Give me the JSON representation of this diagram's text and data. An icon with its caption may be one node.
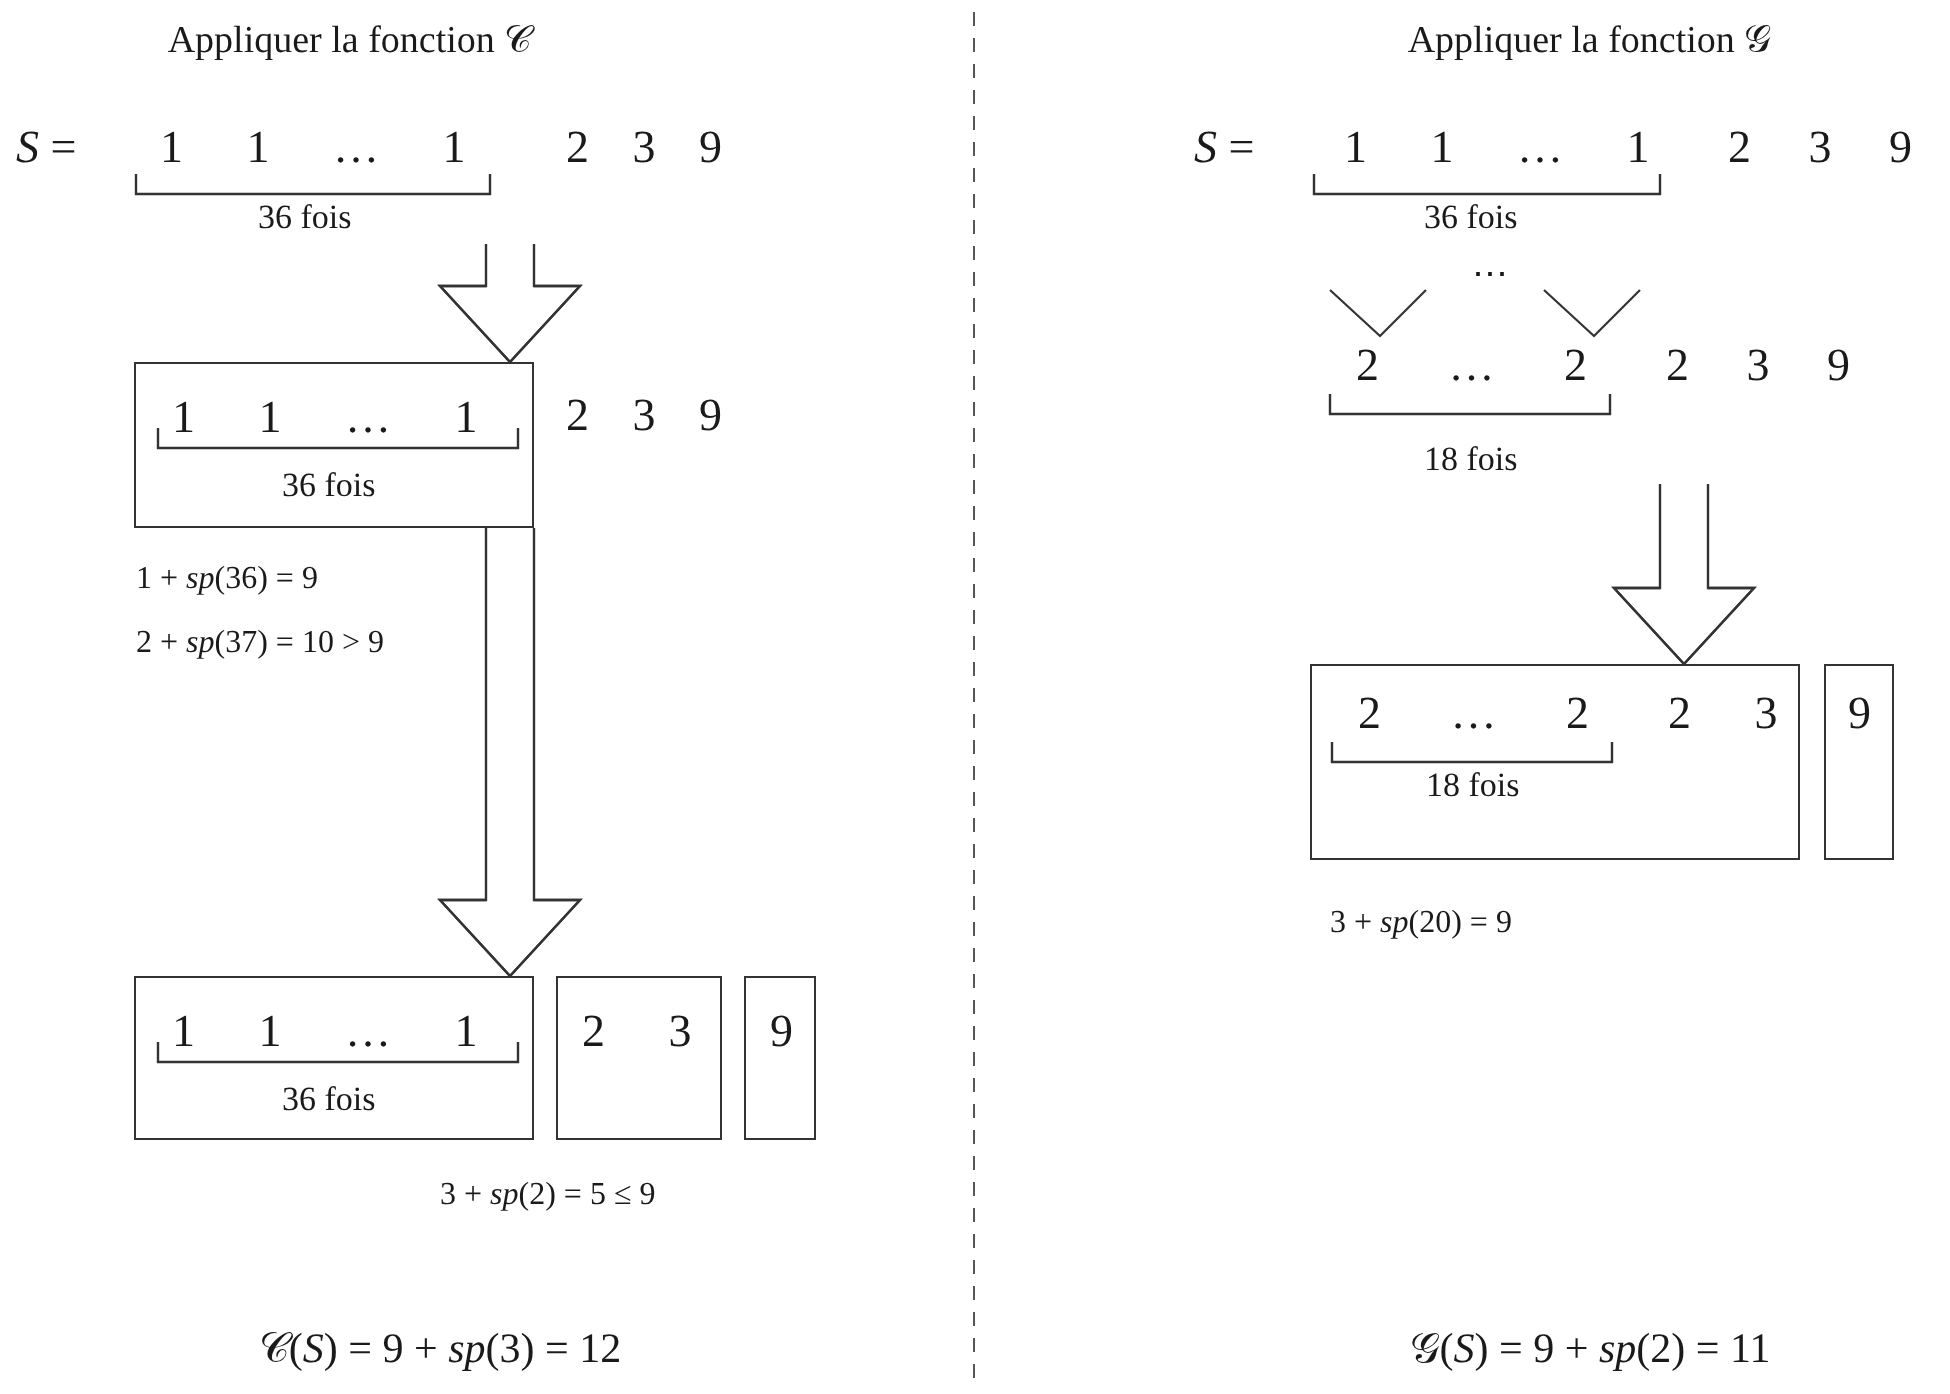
{
  "diagram": {
    "nodes": [
      {
        "text": [
          "*S* =",
          "1 1 … 1",
          "36 fois",
          "2 3 9"
        ]
      },
      {
        "text": [
          "1 1 … 1",
          "36 fois"
        ],
        "beside": [
          "2 3 9"
        ]
      },
      {
        "text": [
          "1 1 … 1",
          "36 fois"
        ]
      },
      {
        "text": [
          "2 3"
        ]
      },
      {
        "text": [
          "9"
        ]
      },
      {
        "text": [
          "*S* =",
          "1 1 … 1",
          "36 fois",
          "2 3 9"
        ]
      },
      {
        "text": [
          "2 … 2",
          "18 fois",
          "2 3 9"
        ]
      },
      {
        "text": [
          "2 … 2",
          "18 fois",
          "2 3"
        ]
      },
      {
        "text": [
          "9"
        ]
      }
    ],
    "edges": [
      {
        "from": 0,
        "to": 1,
        "arrow": "to"
      },
      {
        "from": 1,
        "to": 2,
        "arrow": "to"
      },
      {
        "from": 6,
        "to": 7,
        "arrow": "to"
      }
    ],
    "labels": [
      "Appliquer la fonction 𝒞",
      "Appliquer la fonction 𝒢",
      "1 + *sp*(36) = 9",
      "2 + *sp*(37) = 10 > 9",
      "3 + *sp*(2) = 5 ≤ 9",
      "𝒞(*S*) = 9 + *sp*(3) = 12",
      "⋯",
      "3 + *sp*(20) = 9",
      "𝒢(*S*) = 9 + *sp*(2) = 11"
    ]
  }
}
